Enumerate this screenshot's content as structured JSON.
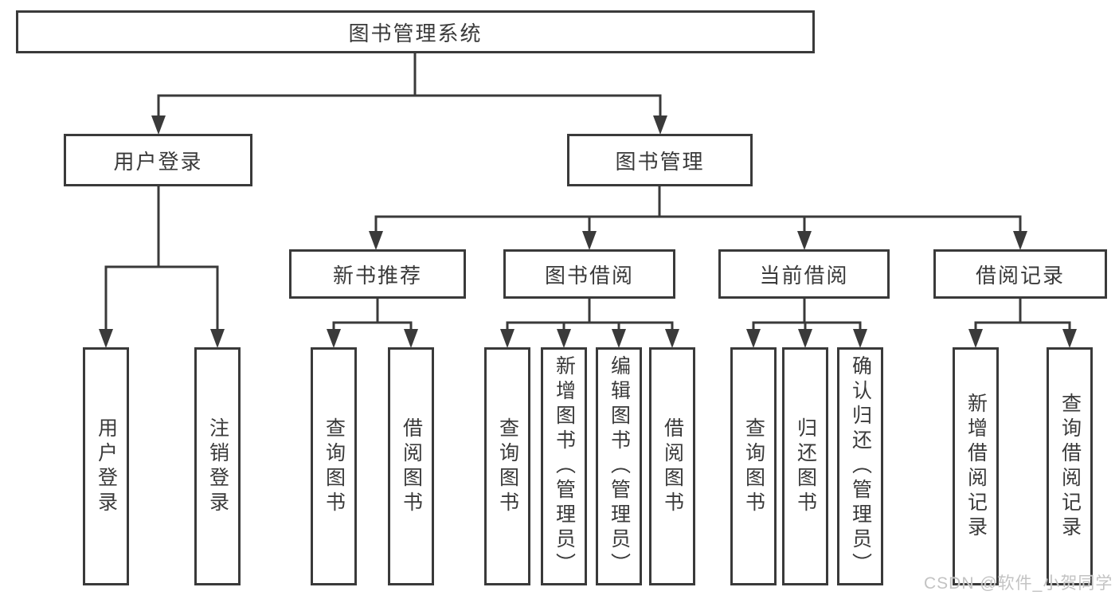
{
  "watermark": "CSDN @软件_小贺同学",
  "colors": {
    "line": "#3a3a3a",
    "text": "#3a3a3a",
    "watermark": "#c3c3c3",
    "background": "#ffffff"
  },
  "tree": {
    "root": {
      "label": "图书管理系统"
    },
    "children": [
      {
        "label": "用户登录",
        "leaves": [
          "用户登录",
          "注销登录"
        ]
      },
      {
        "label": "图书管理",
        "children": [
          {
            "label": "新书推荐",
            "leaves": [
              "查询图书",
              "借阅图书"
            ]
          },
          {
            "label": "图书借阅",
            "leaves": [
              "查询图书",
              "新增图书（管理员）",
              "编辑图书（管理员）",
              "借阅图书"
            ]
          },
          {
            "label": "当前借阅",
            "leaves": [
              "查询图书",
              "归还图书",
              "确认归还（管理员）"
            ]
          },
          {
            "label": "借阅记录",
            "leaves": [
              "新增借阅记录",
              "查询借阅记录"
            ]
          }
        ]
      }
    ]
  }
}
